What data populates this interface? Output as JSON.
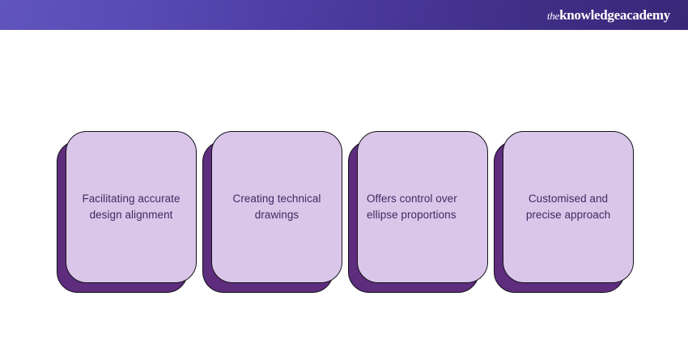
{
  "header": {
    "logo_prefix": "the",
    "logo_main": "knowledgeacademy",
    "gradient_from": "#6054bd",
    "gradient_to": "#392778"
  },
  "theme": {
    "card_fill": "#d9c6e9",
    "card_shadow": "#5e2d7d",
    "card_outline": "#14121a",
    "text_color": "#422a63",
    "background": "#ffffff"
  },
  "cards": [
    {
      "id": "facilitating-accurate-design-alignment",
      "text": "Facilitating accurate design alignment",
      "align": "center"
    },
    {
      "id": "creating-technical-drawings",
      "text": "Creating technical drawings",
      "align": "center"
    },
    {
      "id": "offers-control-over-ellipse-proportions",
      "text": "Offers control over ellipse proportions",
      "align": "left"
    },
    {
      "id": "customised-and-precise-approach",
      "text": "Customised and precise approach",
      "align": "center"
    }
  ]
}
